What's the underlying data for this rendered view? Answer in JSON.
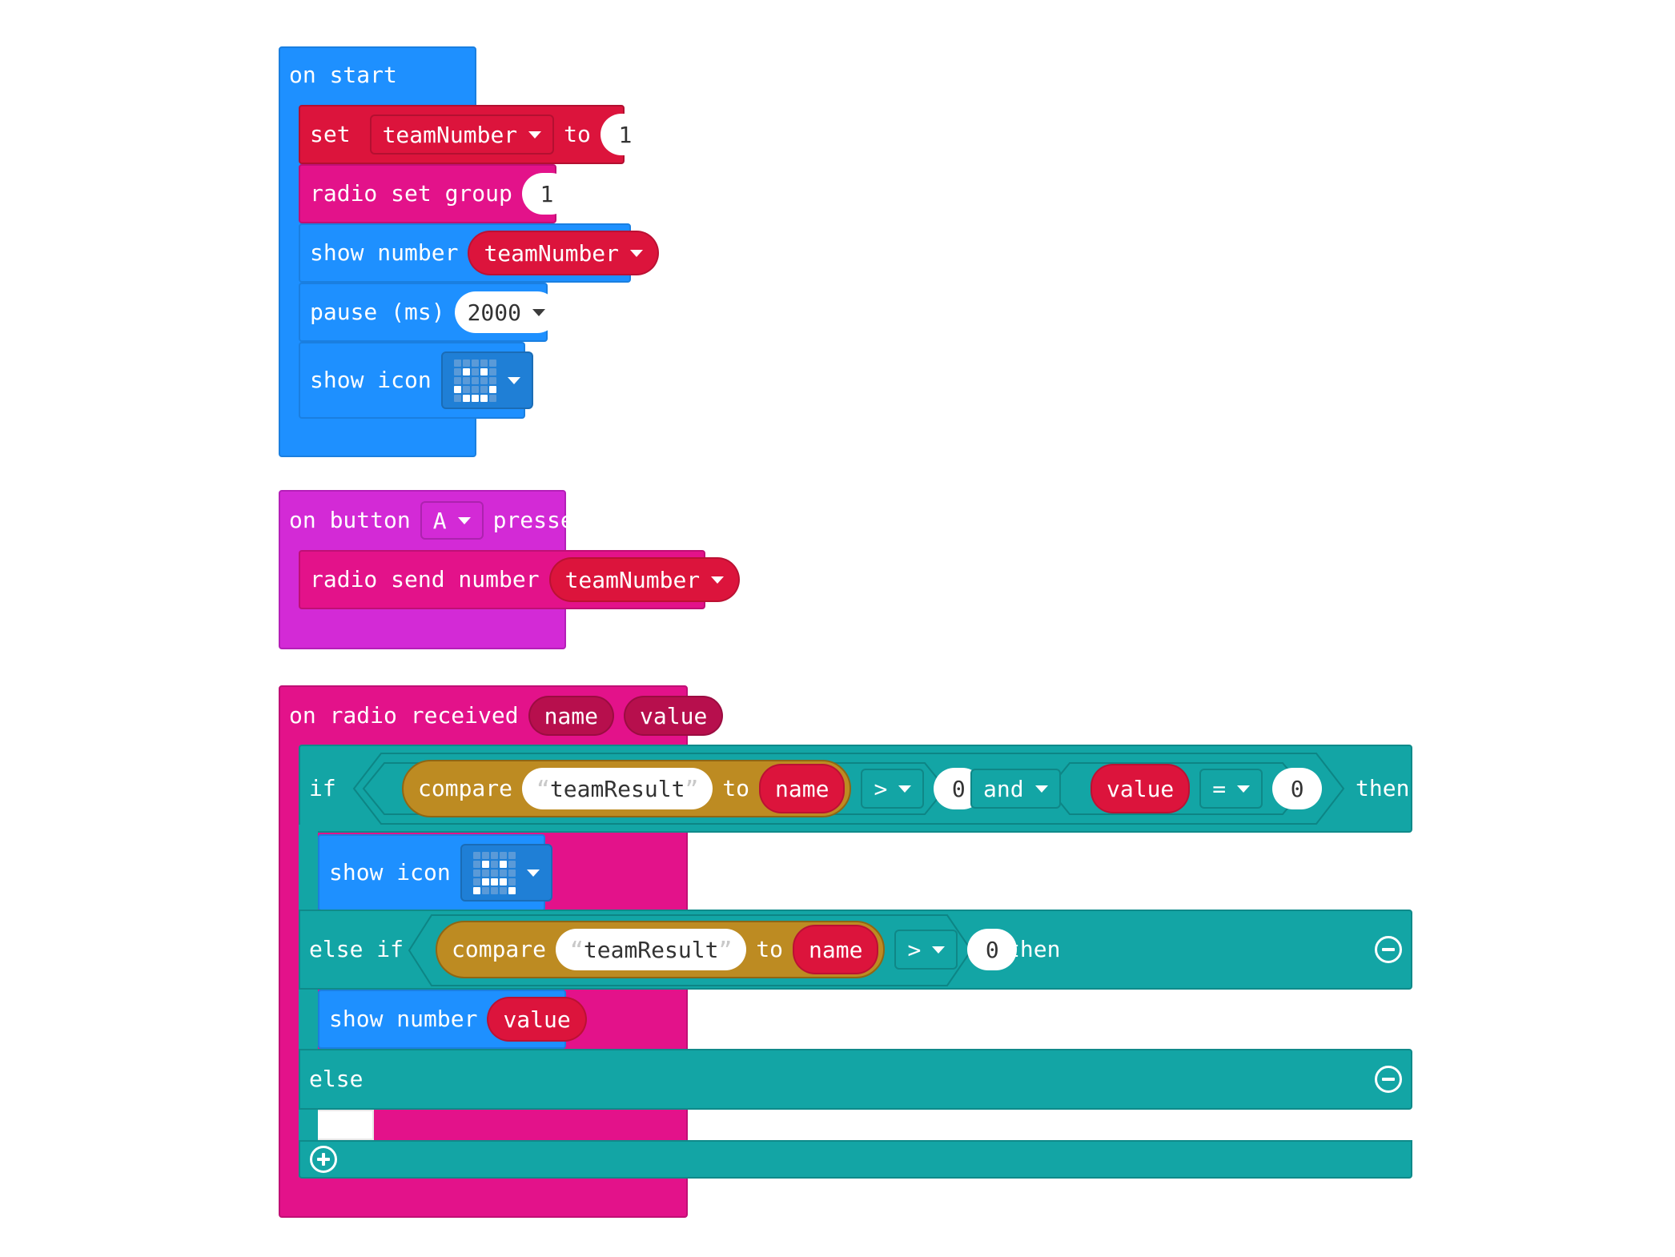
{
  "colors": {
    "basic": "#1e90ff",
    "variables": "#dc143c",
    "radio": "#e3128a",
    "input": "#d32ad6",
    "logic": "#13a5a5",
    "text": "#bd8b22"
  },
  "on_start": {
    "header": "on start",
    "set_block": {
      "set": "set",
      "variable": "teamNumber",
      "to": "to",
      "value": "1"
    },
    "radio_group": {
      "label": "radio set group",
      "value": "1"
    },
    "show_number": {
      "label": "show number",
      "variable": "teamNumber"
    },
    "pause": {
      "label": "pause (ms)",
      "value": "2000"
    },
    "show_icon": {
      "label": "show icon",
      "icon": "smiley-icon"
    }
  },
  "on_button": {
    "on": "on button",
    "button": "A",
    "pressed": "pressed",
    "send": {
      "label": "radio send number",
      "variable": "teamNumber"
    }
  },
  "on_radio": {
    "header": "on radio received",
    "param_name": "name",
    "param_value": "value",
    "if_block": {
      "if": "if",
      "compare": "compare",
      "string": "teamResult",
      "to": "to",
      "name": "name",
      "op": ">",
      "zero": "0",
      "and": "and",
      "value": "value",
      "eq": "=",
      "zero2": "0",
      "then": "then"
    },
    "show_icon": {
      "label": "show icon",
      "icon": "sad-face-icon"
    },
    "else_if": {
      "label": "else if",
      "compare": "compare",
      "string": "teamResult",
      "to": "to",
      "name": "name",
      "op": ">",
      "zero": "0",
      "then": "then"
    },
    "show_number": {
      "label": "show number",
      "value": "value"
    },
    "else": "else"
  }
}
